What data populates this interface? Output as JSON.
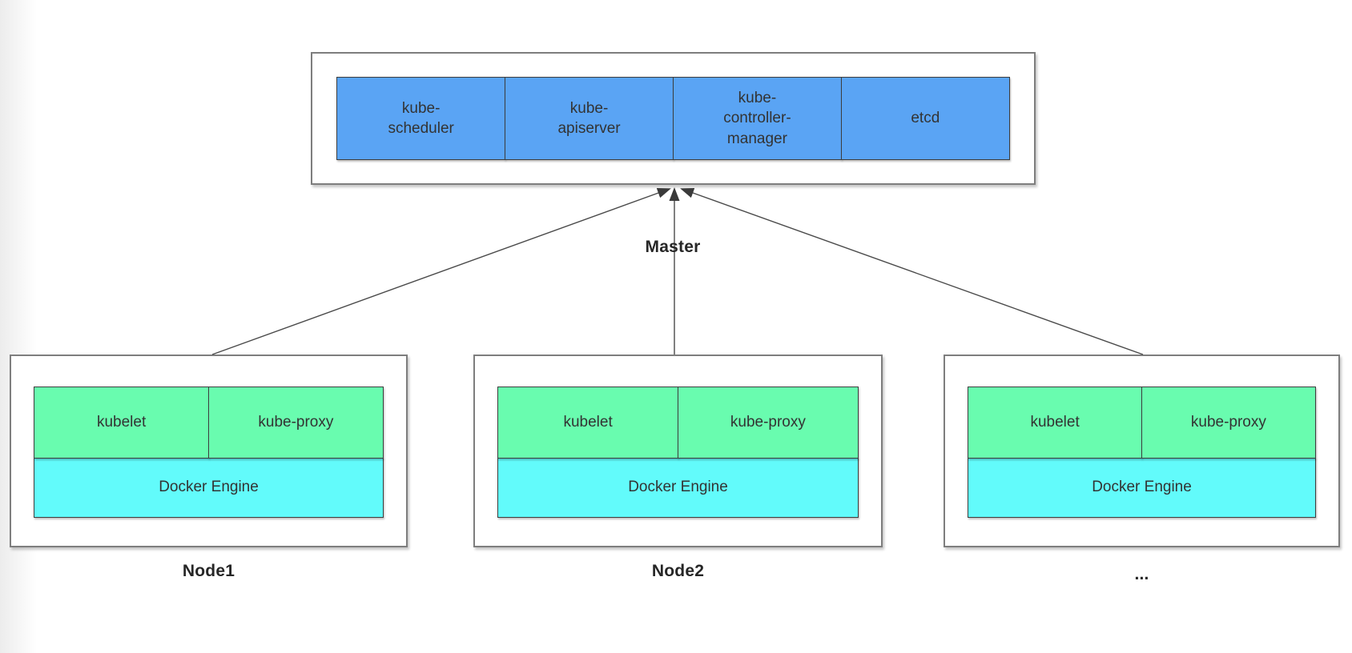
{
  "master": {
    "label": "Master",
    "components": [
      {
        "label": "kube-\nscheduler"
      },
      {
        "label": "kube-\napiserver"
      },
      {
        "label": "kube-\ncontroller-\nmanager"
      },
      {
        "label": "etcd"
      }
    ]
  },
  "nodes": [
    {
      "label": "Node1",
      "agents": [
        {
          "label": "kubelet"
        },
        {
          "label": "kube-proxy"
        }
      ],
      "engine": {
        "label": "Docker Engine"
      }
    },
    {
      "label": "Node2",
      "agents": [
        {
          "label": "kubelet"
        },
        {
          "label": "kube-proxy"
        }
      ],
      "engine": {
        "label": "Docker Engine"
      }
    },
    {
      "label": "...",
      "agents": [
        {
          "label": "kubelet"
        },
        {
          "label": "kube-proxy"
        }
      ],
      "engine": {
        "label": "Docker Engine"
      }
    }
  ],
  "edges": [
    {
      "from": "Node1",
      "to": "Master"
    },
    {
      "from": "Node2",
      "to": "Master"
    },
    {
      "from": "...",
      "to": "Master"
    }
  ],
  "colors": {
    "master-fill": "#5aa4f4",
    "agent-fill": "#69fcaf",
    "engine-fill": "#62fbfb",
    "arrow": "#3f3f3f",
    "outer-border": "#7e7e7e",
    "inner-border": "#3d3d3d"
  }
}
